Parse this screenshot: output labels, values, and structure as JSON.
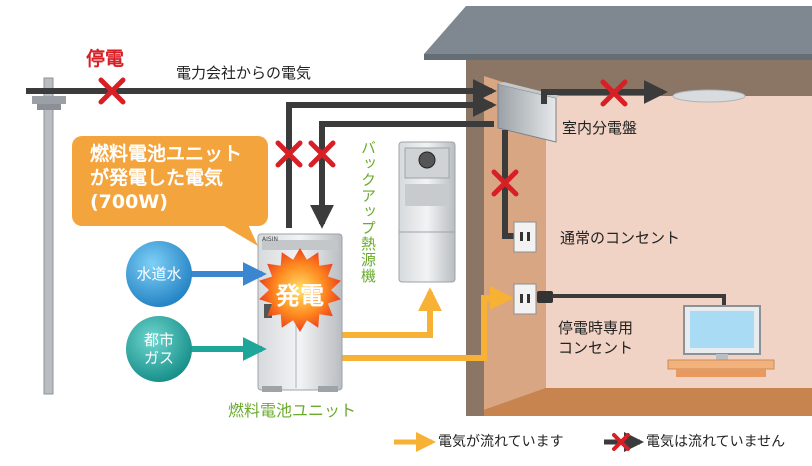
{
  "labels": {
    "outage": "停電",
    "utility_power": "電力会社からの電気",
    "bubble_lines": [
      "燃料電池ユニット",
      "が発電した電気",
      "(700W)"
    ],
    "distribution_board": "室内分電盤",
    "normal_outlet": "通常のコンセント",
    "outage_outlet": [
      "停電時専用",
      "コンセント"
    ],
    "backup_heater": "バックアップ熱源機",
    "generation": "発電",
    "fuel_cell_unit": "燃料電池ユニット",
    "water": "水道水",
    "gas": [
      "都市",
      "ガス"
    ],
    "unit_brand": "AISIN"
  },
  "legend": {
    "flowing": "電気が流れています",
    "not_flowing": "電気は流れていません"
  },
  "colors": {
    "wire": "#3b3b3b",
    "blocked_x": "#d81f26",
    "flow_orange": "#f7b134",
    "bubble": "#f4a43c",
    "water_arrow": "#3a86d0",
    "gas_arrow": "#1fa69a",
    "wall": "#f0d3c4",
    "floor": "#c8844f",
    "roof": "#7f8890"
  },
  "icons": [
    "utility-pole-icon",
    "blocked-x-icon",
    "fuel-cell-unit-icon",
    "backup-heater-icon",
    "outlet-icon",
    "plug-icon",
    "tv-icon",
    "ceiling-light-icon"
  ]
}
